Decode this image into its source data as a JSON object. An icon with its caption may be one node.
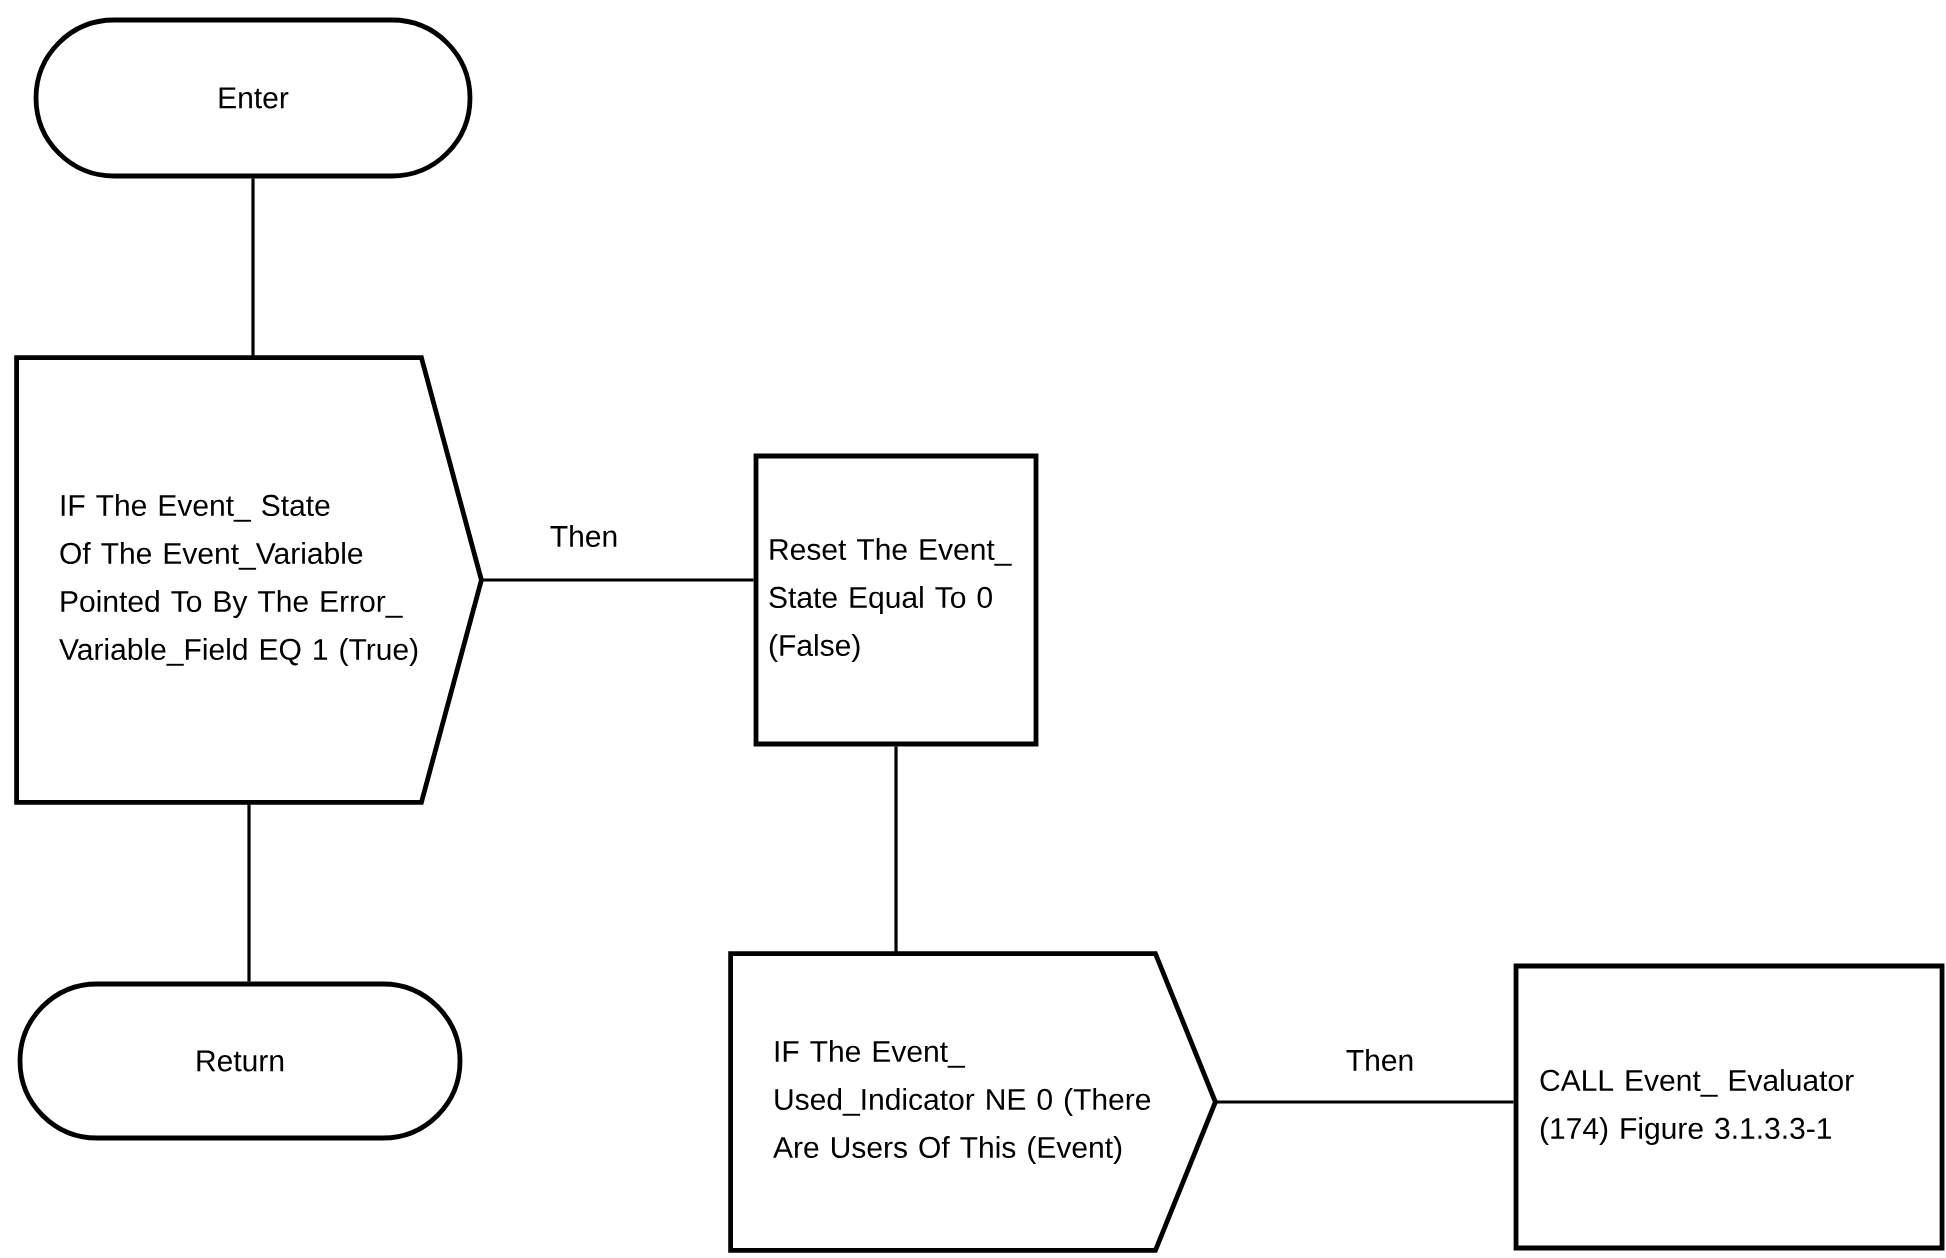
{
  "diagram": {
    "nodes": [
      {
        "text": [
          "Enter"
        ]
      },
      {
        "text": [
          "IF The Event_ State Of The Event_Variable Pointed To By The Error_ Variable_Field EQ 1 (True)"
        ]
      },
      {
        "text": [
          "Reset The Event_ State Equal To 0 (False)"
        ]
      },
      {
        "text": [
          "IF The Event_ Used_Indicator NE 0 (There Are Users Of This (Event)"
        ]
      },
      {
        "text": [
          "CALL Event_ Evaluator (174) Figure 3.1.3.3-1"
        ]
      },
      {
        "text": [
          "Return"
        ]
      }
    ],
    "edges": [
      {
        "from": 0,
        "to": 1,
        "arrow": "none"
      },
      {
        "from": 1,
        "to": 2,
        "arrow": "none",
        "label": "Then"
      },
      {
        "from": 2,
        "to": 3,
        "arrow": "none"
      },
      {
        "from": 3,
        "to": 4,
        "arrow": "none",
        "label": "Then"
      },
      {
        "from": 1,
        "to": 5,
        "arrow": "none"
      }
    ]
  }
}
